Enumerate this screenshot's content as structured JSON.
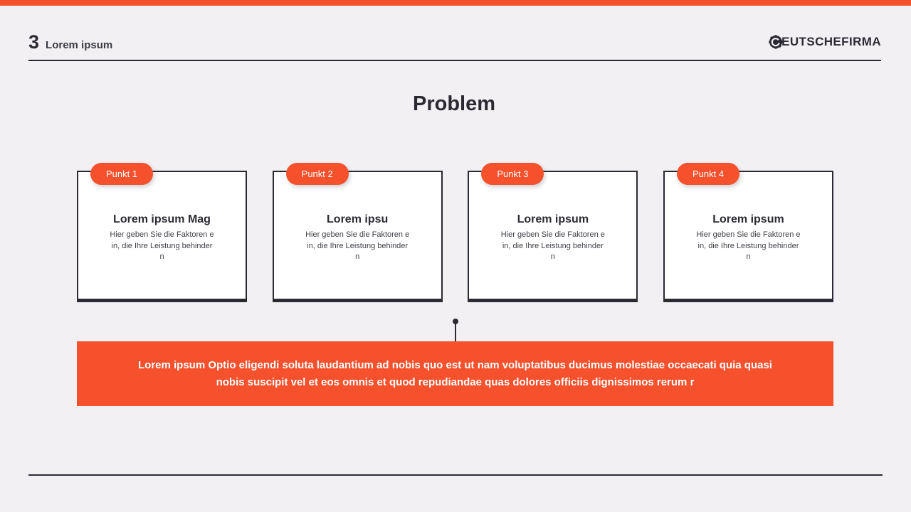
{
  "header": {
    "slide_number": "3",
    "slide_label": "Lorem ipsum",
    "logo_icon": "gear-logo-mark",
    "logo_text": "EUTSCHEFIRMA"
  },
  "title": "Problem",
  "cards": [
    {
      "badge": "Punkt 1",
      "title": "Lorem ipsum Mag",
      "body_lines": [
        "Hier geben Sie die Faktoren e",
        "in, die Ihre Leistung behinder",
        "n"
      ]
    },
    {
      "badge": "Punkt 2",
      "title": "Lorem ipsu",
      "body_lines": [
        "Hier geben Sie die Faktoren e",
        "in, die Ihre Leistung behinder",
        "n"
      ]
    },
    {
      "badge": "Punkt 3",
      "title": "Lorem ipsum",
      "body_lines": [
        "Hier geben Sie die Faktoren e",
        "in, die Ihre Leistung behinder",
        "n"
      ]
    },
    {
      "badge": "Punkt 4",
      "title": "Lorem ipsum",
      "body_lines": [
        "Hier geben Sie die Faktoren e",
        "in, die Ihre Leistung behinder",
        "n"
      ]
    }
  ],
  "banner": {
    "text": "Lorem ipsum Optio eligendi soluta laudantium ad nobis quo est ut nam voluptatibus ducimus molestiae occaecati quia quasi nobis suscipit vel et eos omnis et quod repudiandae quas dolores officiis dignissimos rerum r",
    "lines": [
      "Lorem ipsum Optio eligendi soluta laudantium ad nobis quo est ut nam voluptatibus ducimus molestiae occaecati quia quasi",
      "nobis suscipit vel et eos omnis et quod repudiandae quas dolores officiis dignissimos rerum r"
    ]
  },
  "colors": {
    "accent": "#F5512D",
    "dark": "#2B2A33",
    "background": "#F2F0F2",
    "card": "#FFFFFF"
  }
}
